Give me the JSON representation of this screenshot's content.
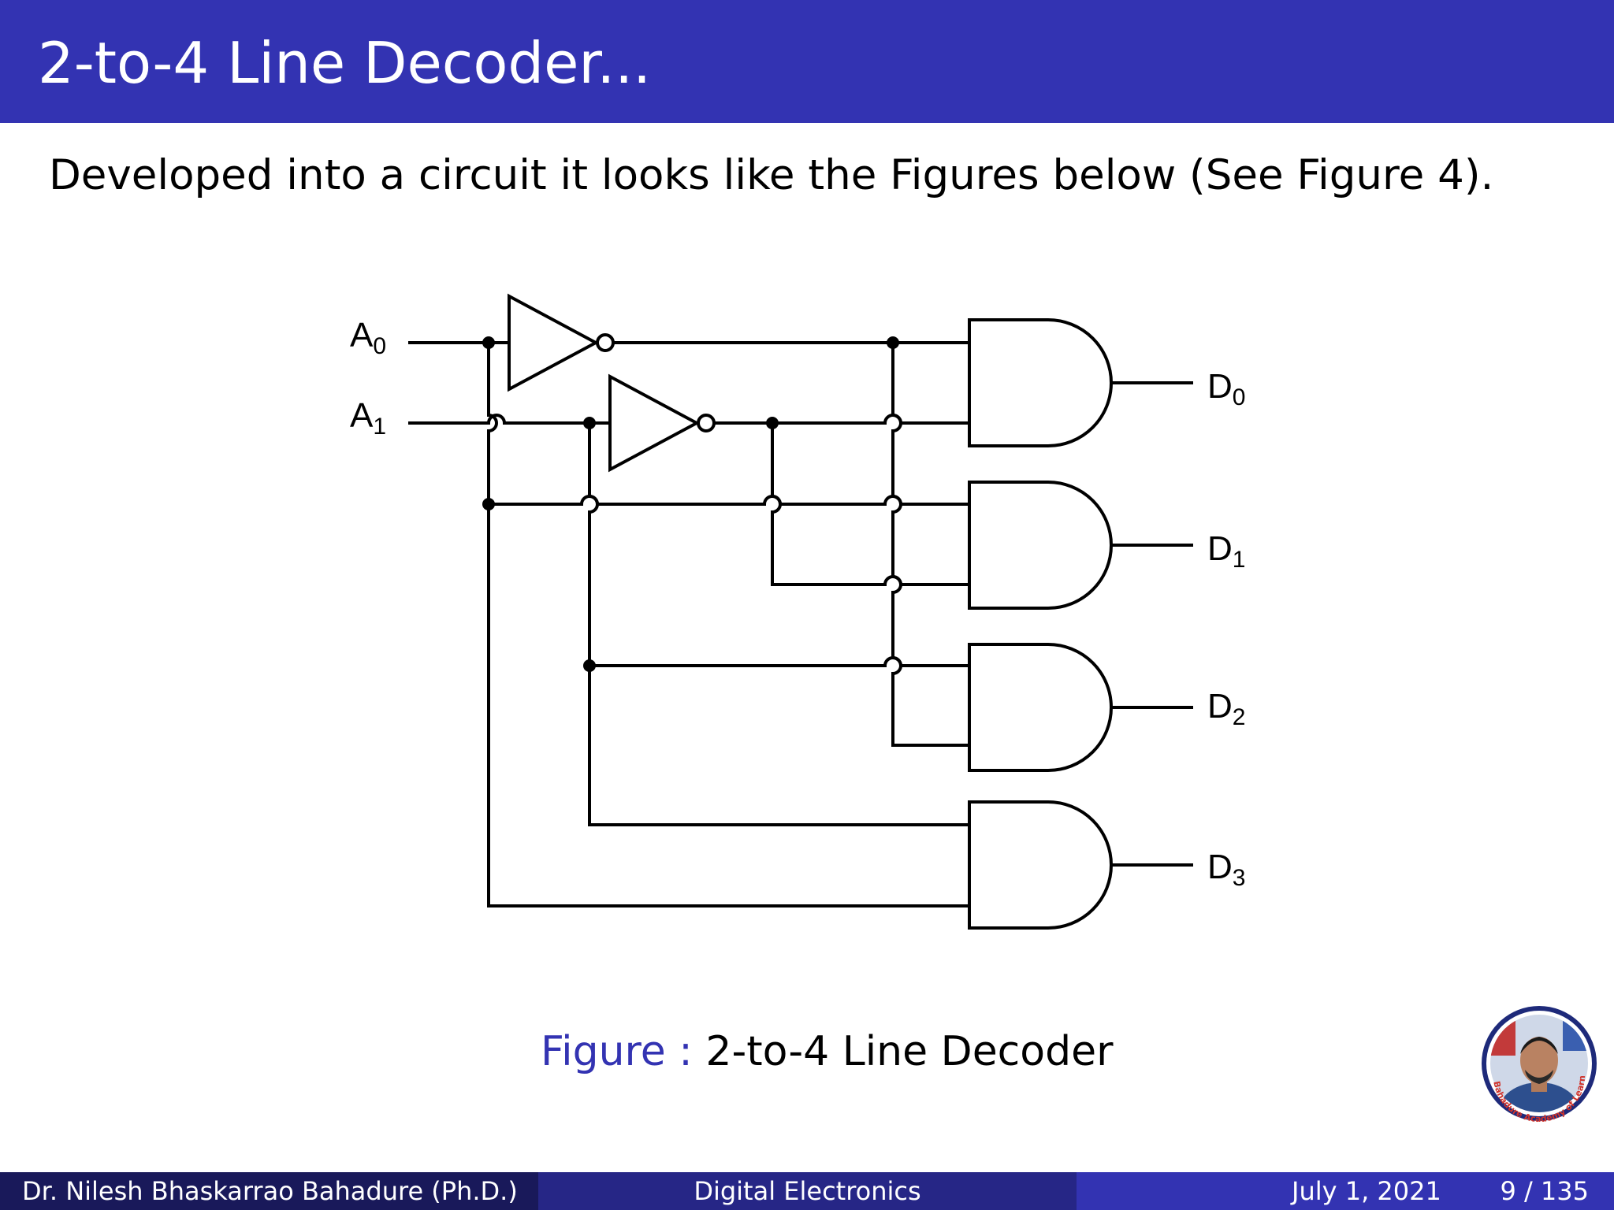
{
  "title": "2-to-4 Line Decoder...",
  "body_text": "Developed into a circuit it looks like the Figures below (See Figure 4).",
  "figure": {
    "inputs": [
      {
        "letter": "A",
        "sub": "0"
      },
      {
        "letter": "A",
        "sub": "1"
      }
    ],
    "outputs": [
      {
        "letter": "D",
        "sub": "0"
      },
      {
        "letter": "D",
        "sub": "1"
      },
      {
        "letter": "D",
        "sub": "2"
      },
      {
        "letter": "D",
        "sub": "3"
      }
    ]
  },
  "caption": {
    "label": "Figure :",
    "text": "2-to-4 Line Decoder"
  },
  "logo": {
    "ring_text": "Bahadure Academy of Learning"
  },
  "footer": {
    "author": "Dr. Nilesh Bhaskarrao Bahadure  (Ph.D.)",
    "course": "Digital Electronics",
    "date": "July 1, 2021",
    "page": "9 / 135"
  },
  "colors": {
    "header_bg": "#3333b2",
    "footer_left": "#19195a",
    "footer_mid": "#262686",
    "footer_right": "#3333b2",
    "caption_label": "#3333b2"
  }
}
